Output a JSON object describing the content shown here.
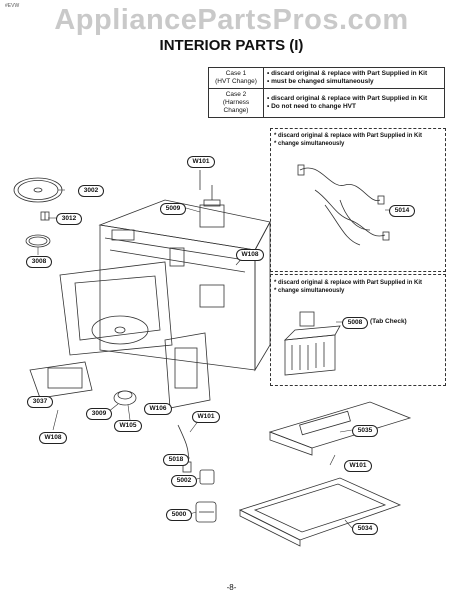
{
  "header": {
    "tiny_code": "#EVW",
    "watermark": "AppliancePartsPros.com",
    "title": "INTERIOR PARTS (I)"
  },
  "legend": {
    "rows": [
      {
        "case": "Case 1",
        "case_sub": "(HVT Change)",
        "desc1": "• discard original & replace with Part Supplied in Kit",
        "desc2": "• must be changed simultaneously"
      },
      {
        "case": "Case 2",
        "case_sub": "(Harness Change)",
        "desc1": "• discard original & replace with Part Supplied in Kit",
        "desc2": "• Do not need to change HVT"
      }
    ]
  },
  "kit_notes": {
    "top": {
      "line1": "* discard original & replace with Part Supplied in Kit",
      "line2": "* change simultaneously"
    },
    "bottom": {
      "line1": "* discard original & replace with Part Supplied in Kit",
      "line2": "* change simultaneously"
    }
  },
  "parts": {
    "w101_top": "W101",
    "p3002": "3002",
    "p3012": "3012",
    "p3008": "3008",
    "p5009": "5009",
    "w108_mid": "W108",
    "p5014": "5014",
    "p5008": "5008",
    "tab_check": "(Tab Check)",
    "p3037": "3037",
    "p3009": "3009",
    "w106": "W106",
    "w105": "W105",
    "w101_mid": "W101",
    "w108_bottom": "W108",
    "p5018": "5018",
    "p5002": "5002",
    "p5000": "5000",
    "p5035": "5035",
    "w101_right": "W101",
    "p5034": "5034"
  },
  "footer": {
    "page_number": "-8-"
  }
}
